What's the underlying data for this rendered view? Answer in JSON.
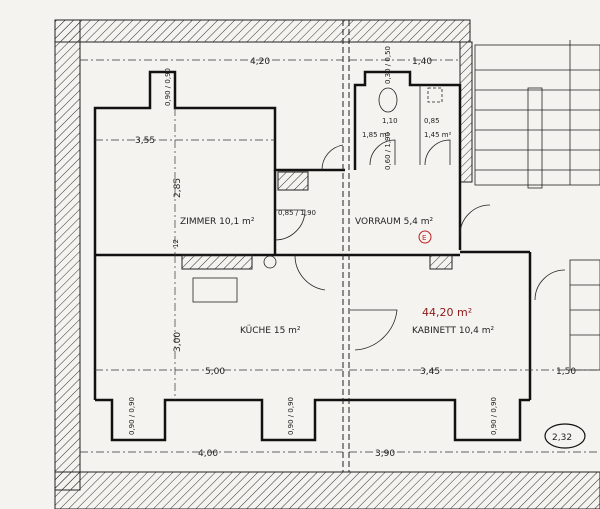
{
  "rooms": {
    "zimmer": "ZIMMER 10,1 m²",
    "vorraum": "VORRAUM 5,4 m²",
    "kueche": "KÜCHE 15 m²",
    "kabinett": "KABINETT 10,4 m²",
    "wc_area": "1,85 m²",
    "bad_area": "1,45 m²"
  },
  "dimensions": {
    "top_width": "4,20",
    "top_right": "1,40",
    "zimmer_width": "3,55",
    "zimmer_height": "2,85",
    "small_12": "12",
    "wc_width": "1,10",
    "bad_width": "0,85",
    "door_wc": "0,60 / 1,90",
    "door_zimmer": "0,85 / 1,90",
    "window_top_left": "0,90 / 0,90",
    "window_top_wc": "0,30 / 0,50",
    "kueche_height": "3,00",
    "kueche_width": "5,00",
    "kabinett_width": "3,45",
    "right_150": "1,50",
    "bottom_left": "4,00",
    "bottom_right": "3,90",
    "window_bottom": "0,90 / 0,90"
  },
  "annotations": {
    "total_area": "44,20 m²",
    "entry_mark": "E",
    "sheet_number": "2,32"
  },
  "colors": {
    "ink": "#111111",
    "annotation_red": "#8b1a1a",
    "paper": "#f4f3ef"
  }
}
